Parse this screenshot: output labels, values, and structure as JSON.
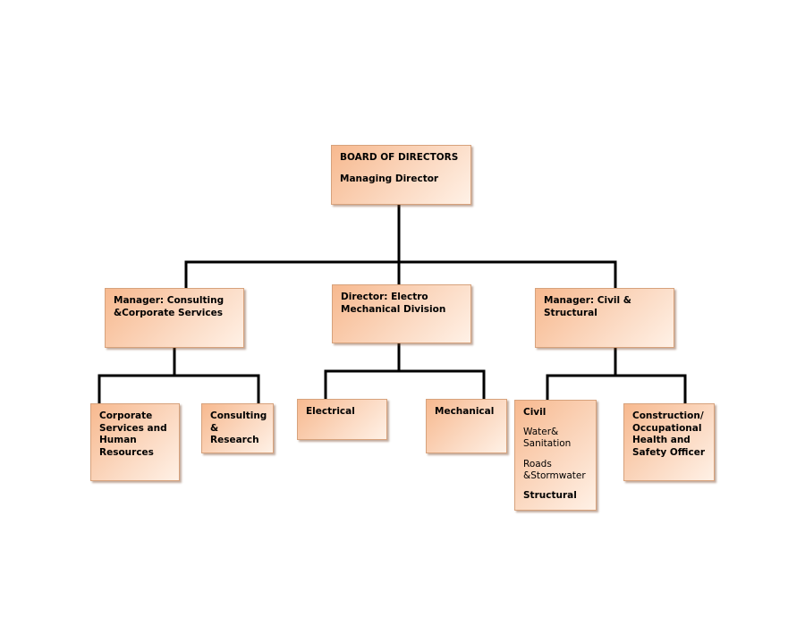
{
  "board": {
    "title": "BOARD OF DIRECTORS",
    "subtitle": "Managing Director"
  },
  "managers": {
    "consulting": {
      "line1": "Manager: Consulting",
      "line2": "&Corporate Services"
    },
    "electro": {
      "line1": "Director: Electro",
      "line2": "Mechanical Division"
    },
    "civil": {
      "line1": "Manager: Civil &",
      "line2": "Structural"
    }
  },
  "units": {
    "corporate": {
      "lines": [
        "Corporate",
        "Services and",
        "Human",
        "Resources"
      ]
    },
    "research": {
      "lines": [
        "Consulting",
        "& Research"
      ]
    },
    "electrical": {
      "label": "Electrical"
    },
    "mechanical": {
      "label": "Mechanical"
    },
    "civil": {
      "heading": "Civil",
      "water": [
        "Water&",
        "Sanitation"
      ],
      "roads": [
        "Roads",
        "&Stormwater"
      ],
      "structural": "Structural"
    },
    "construction": {
      "lines": [
        "Construction/",
        "Occupational",
        "Health and",
        "Safety Officer"
      ]
    }
  },
  "colors": {
    "box_fill_dark": "#f7b98f",
    "box_fill_light": "#fff1e6",
    "connector": "#000000"
  }
}
